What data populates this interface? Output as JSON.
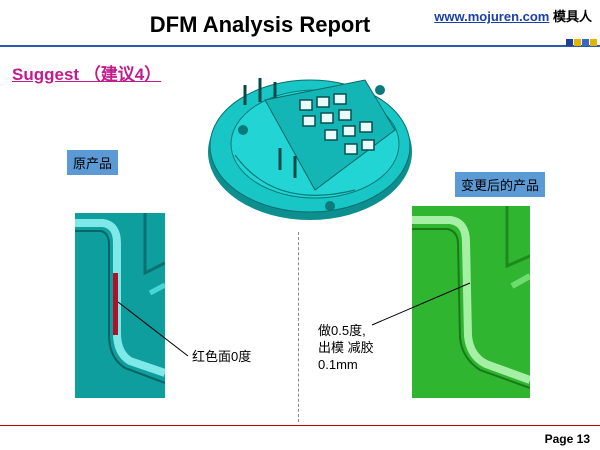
{
  "header": {
    "title": "DFM Analysis Report",
    "brand_url": "www.mojuren.com",
    "brand_name": "模具人"
  },
  "subtitle": {
    "text": "Suggest  （建议4）"
  },
  "labels": {
    "original": "原产品",
    "modified": "变更后的产品"
  },
  "annotations": {
    "left": "红色面0度",
    "right_line1": "做0.5度,",
    "right_line2": "出模 减胶",
    "right_line3": "0.1mm"
  },
  "footer": {
    "page": "Page 13"
  },
  "colors": {
    "accent_blue": "#2e5aa8",
    "subtitle_magenta": "#c01c8c",
    "label_blue": "#5b9ad5",
    "part_cyan": "#19c6c6",
    "part_green": "#2ecc2e",
    "red_face": "#b0102a",
    "footer_red": "#c00000"
  }
}
